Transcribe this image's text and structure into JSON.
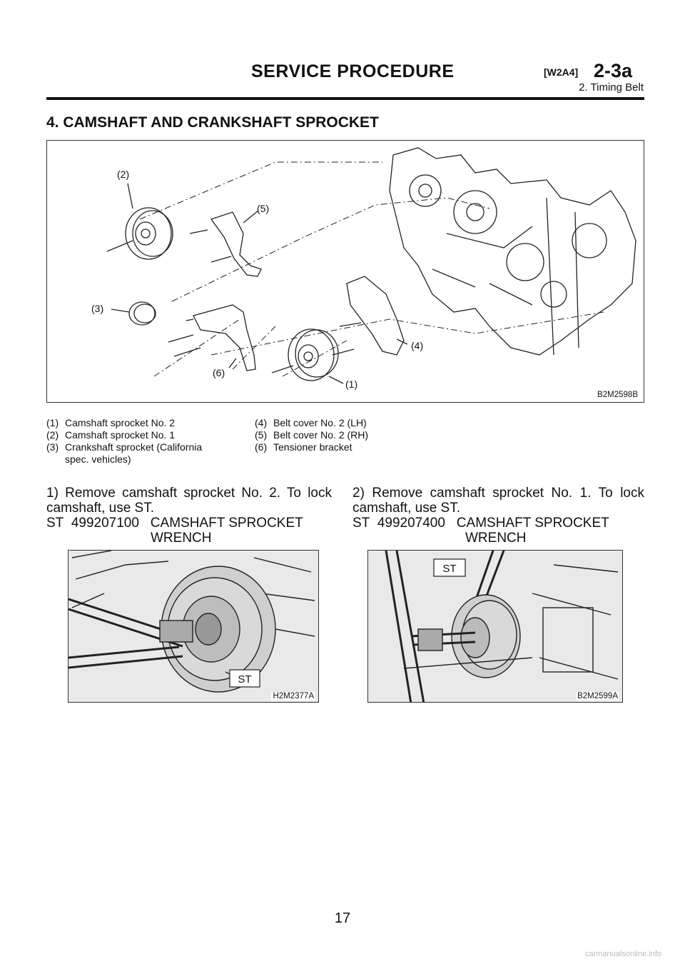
{
  "header": {
    "title": "SERVICE PROCEDURE",
    "code": "[W2A4]",
    "section": "2-3a",
    "subtitle": "2. Timing Belt"
  },
  "section_title": "4. CAMSHAFT AND CRANKSHAFT SPROCKET",
  "main_figure": {
    "code": "B2M2598B",
    "callouts": [
      "(2)",
      "(5)",
      "(3)",
      "(4)",
      "(6)",
      "(1)"
    ]
  },
  "legend": [
    {
      "num": "(1)",
      "text": "Camshaft sprocket No. 2"
    },
    {
      "num": "(2)",
      "text": "Camshaft sprocket No. 1"
    },
    {
      "num": "(3)",
      "text": "Crankshaft sprocket (California"
    },
    {
      "num": "",
      "text": "spec. vehicles)"
    },
    {
      "num": "(4)",
      "text": "Belt cover No. 2 (LH)"
    },
    {
      "num": "(5)",
      "text": "Belt cover No. 2 (RH)"
    },
    {
      "num": "(6)",
      "text": "Tensioner bracket"
    }
  ],
  "steps": [
    {
      "line1": "1) Remove camshaft sprocket No. 2. To lock",
      "line2": "camshaft, use ST.",
      "st_label": "ST",
      "st_number": "499207100",
      "st_name1": "CAMSHAFT SPROCKET",
      "st_name2": "WRENCH",
      "photo_code": "H2M2377A",
      "photo_tag": "ST"
    },
    {
      "line1": "2) Remove camshaft sprocket No. 1. To lock",
      "line2": "camshaft, use ST.",
      "st_label": "ST",
      "st_number": "499207400",
      "st_name1": "CAMSHAFT SPROCKET",
      "st_name2": "WRENCH",
      "photo_code": "B2M2599A",
      "photo_tag": "ST"
    }
  ],
  "page_number": "17",
  "footer": "carmanualsonline.info"
}
